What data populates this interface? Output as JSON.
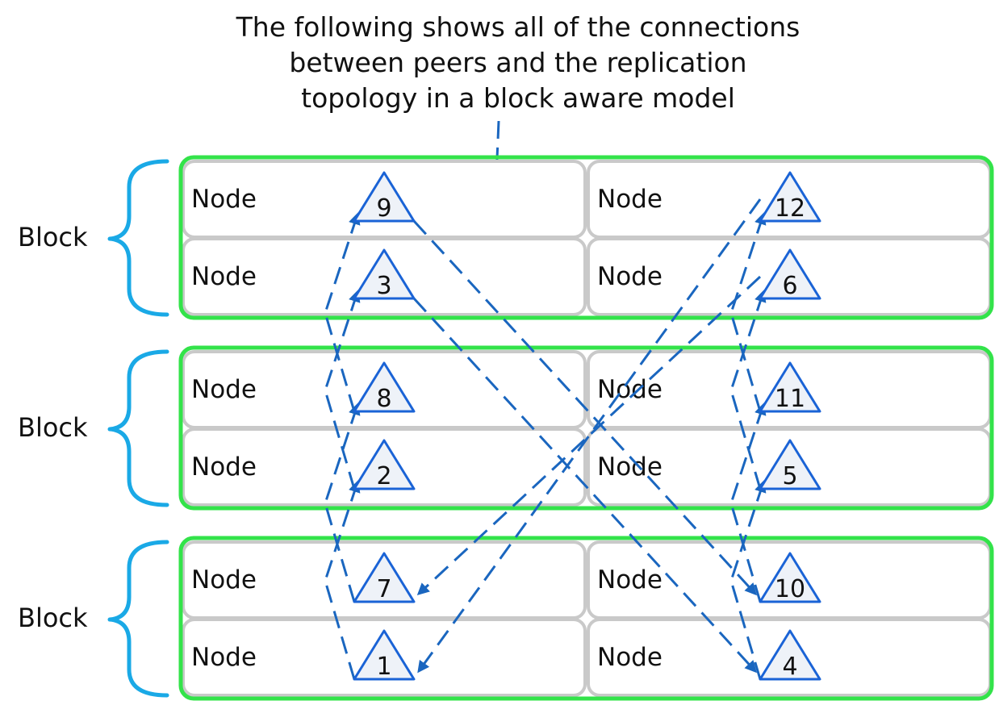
{
  "caption": {
    "lines": [
      "The following shows all of the connections",
      "between peers and the replication",
      "topology in a block aware model"
    ]
  },
  "blocks": [
    {
      "label": "Block",
      "rows": [
        [
          {
            "label": "Node",
            "number": "9"
          },
          {
            "label": "Node",
            "number": "12"
          }
        ],
        [
          {
            "label": "Node",
            "number": "3"
          },
          {
            "label": "Node",
            "number": "6"
          }
        ]
      ]
    },
    {
      "label": "Block",
      "rows": [
        [
          {
            "label": "Node",
            "number": "8"
          },
          {
            "label": "Node",
            "number": "11"
          }
        ],
        [
          {
            "label": "Node",
            "number": "2"
          },
          {
            "label": "Node",
            "number": "5"
          }
        ]
      ]
    },
    {
      "label": "Block",
      "rows": [
        [
          {
            "label": "Node",
            "number": "7"
          },
          {
            "label": "Node",
            "number": "10"
          }
        ],
        [
          {
            "label": "Node",
            "number": "1"
          },
          {
            "label": "Node",
            "number": "4"
          }
        ]
      ]
    }
  ],
  "connections": [
    {
      "from": "1",
      "to": "2"
    },
    {
      "from": "2",
      "to": "3"
    },
    {
      "from": "3",
      "to": "4"
    },
    {
      "from": "4",
      "to": "5"
    },
    {
      "from": "5",
      "to": "6"
    },
    {
      "from": "6",
      "to": "7"
    },
    {
      "from": "7",
      "to": "8"
    },
    {
      "from": "8",
      "to": "9"
    },
    {
      "from": "9",
      "to": "10"
    },
    {
      "from": "10",
      "to": "11"
    },
    {
      "from": "11",
      "to": "12"
    },
    {
      "from": "12",
      "to": "1"
    }
  ],
  "colors": {
    "block_frame": "#33e34a",
    "brace": "#1aa9e6",
    "triangle_stroke": "#1a63d6",
    "triangle_fill": "#eef2f8",
    "connection": "#1a66bf",
    "node_border": "#c9c9c9"
  }
}
